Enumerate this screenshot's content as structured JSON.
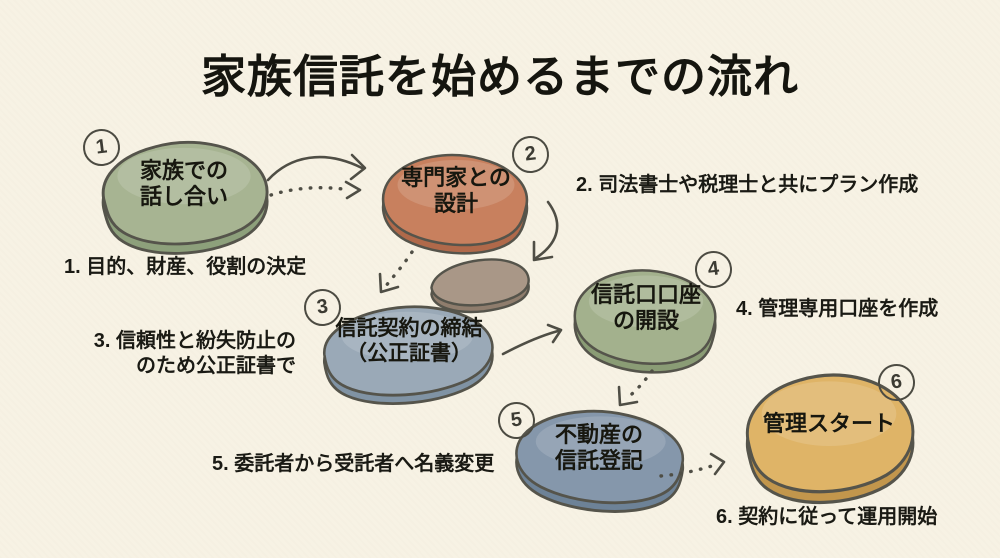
{
  "title": "家族信託を始めるまでの流れ",
  "colors": {
    "background": "#f7f2e4",
    "ink": "#1d1d19",
    "arrow": "#4f4e45"
  },
  "steps": [
    {
      "number": "1",
      "line1": "家族での",
      "line2": "話し合い",
      "caption": "1. 目的、財産、役割の決定",
      "colors": {
        "face": "#a7b492",
        "side": "#8da07b"
      }
    },
    {
      "number": "2",
      "line1": "専門家との",
      "line2": "設計",
      "caption": "2. 司法書士や税理士と共にプラン作成",
      "colors": {
        "face": "#c8805e",
        "side": "#b0694a"
      }
    },
    {
      "number": "3",
      "line1": "信託契約の締結",
      "line2": "（公正証書）",
      "caption": "3. 信頼性と紛失防止の",
      "caption2": "のため公正証書で",
      "colors": {
        "face": "#9aa9b7",
        "side": "#8093a4"
      }
    },
    {
      "number": "4",
      "line1": "信託口口座",
      "line2": "の開設",
      "caption": "4. 管理専用口座を作成",
      "colors": {
        "face": "#a3b18d",
        "side": "#8a9c75"
      }
    },
    {
      "number": "5",
      "line1": "不動産の",
      "line2": "信託登記",
      "caption": "5. 委託者から受託者へ名義変更",
      "colors": {
        "face": "#8597ab",
        "side": "#6d8297"
      }
    },
    {
      "number": "6",
      "line1": "管理スタート",
      "caption": "6. 契約に従って運用開始",
      "colors": {
        "face": "#dfb467",
        "side": "#c2964c"
      }
    }
  ],
  "decor_stone": {
    "colors": {
      "face": "#a99787",
      "side": "#8f7d6d"
    }
  }
}
